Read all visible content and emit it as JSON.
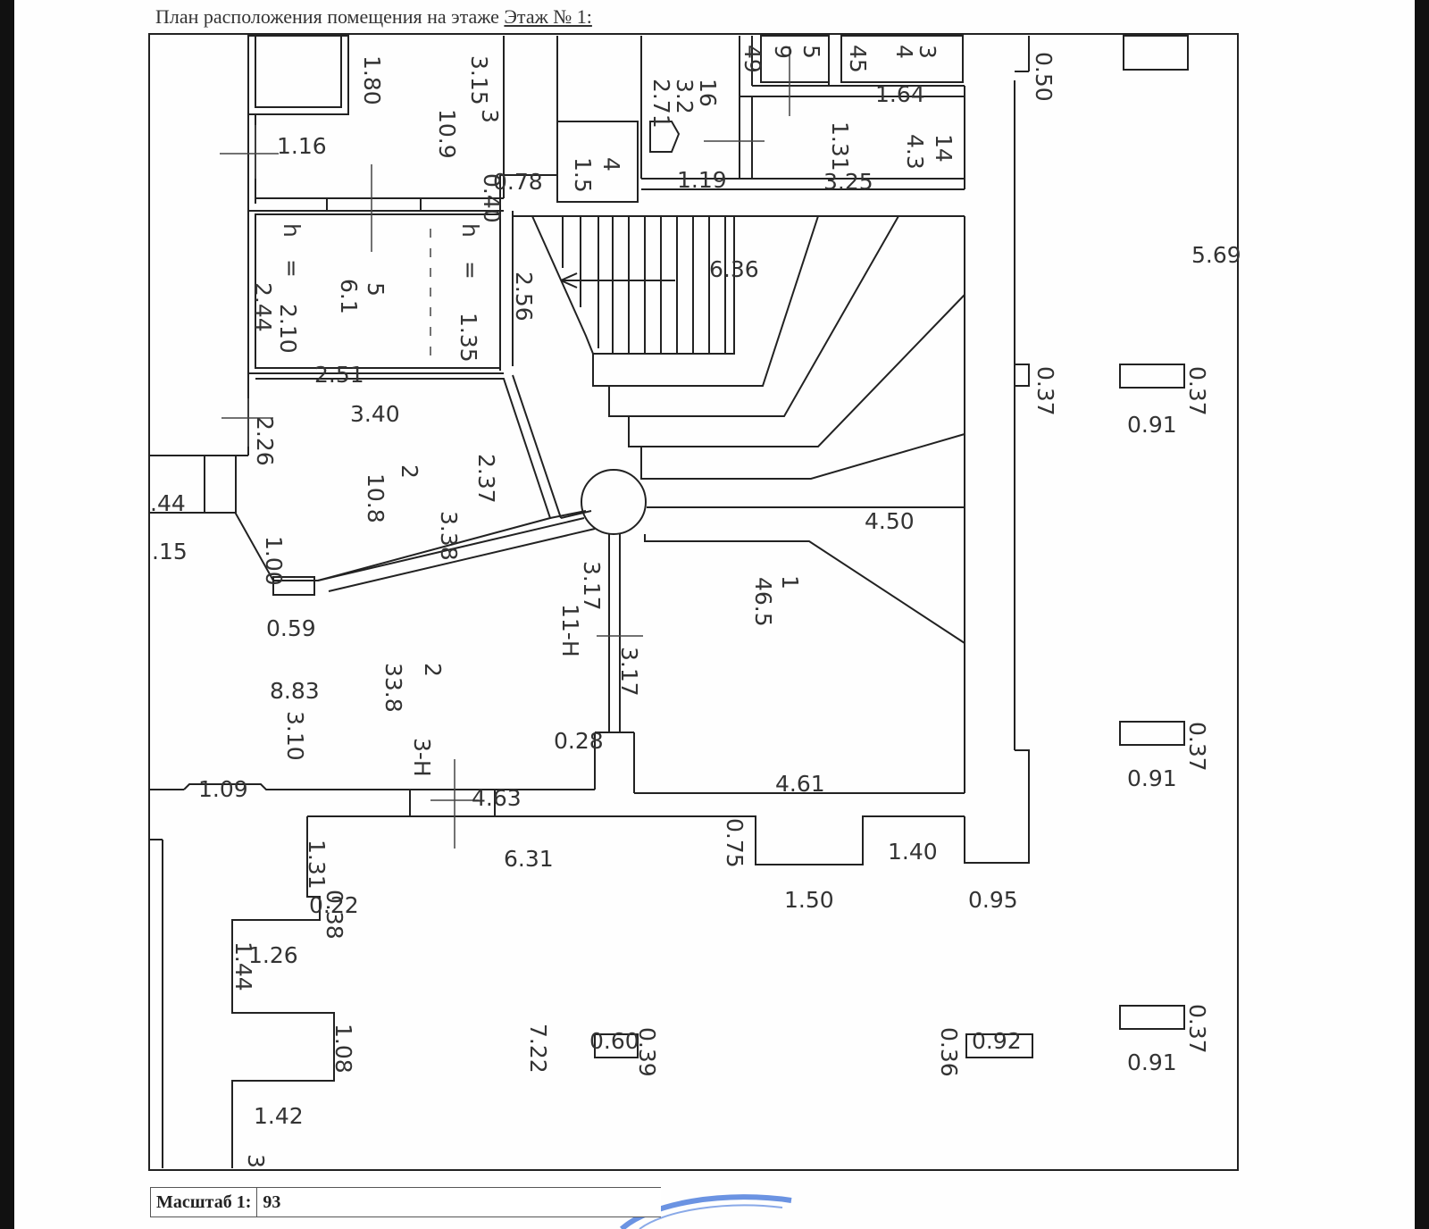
{
  "header": {
    "title": "План расположения помещения на этаже",
    "floor": "Этаж № 1:"
  },
  "footer": {
    "scale_label": "Масштаб 1:",
    "scale_value": "93"
  },
  "labels": [
    {
      "t": "1.80",
      "r": 1
    },
    {
      "t": "3.15",
      "r": 1
    },
    {
      "t": "3",
      "r": 1
    },
    {
      "t": "10.9",
      "r": 1
    },
    {
      "t": "1.16"
    },
    {
      "t": "0.40",
      "r": 1
    },
    {
      "t": "0.78"
    },
    {
      "t": "4",
      "r": 1
    },
    {
      "t": "1.5",
      "r": 1
    },
    {
      "t": "16",
      "r": 1
    },
    {
      "t": "3.2",
      "r": 1
    },
    {
      "t": "2.71",
      "r": 1
    },
    {
      "t": "1.19"
    },
    {
      "t": "49",
      "r": 1
    },
    {
      "t": "9",
      "r": 1
    },
    {
      "t": "5",
      "r": 1
    },
    {
      "t": "45",
      "r": 1
    },
    {
      "t": "3",
      "r": 1
    },
    {
      "t": "4",
      "r": 1
    },
    {
      "t": "1.64"
    },
    {
      "t": "1.31",
      "r": 1
    },
    {
      "t": "14",
      "r": 1
    },
    {
      "t": "4.3",
      "r": 1
    },
    {
      "t": "3.25"
    },
    {
      "t": "0.50",
      "r": 1
    },
    {
      "t": "h",
      "r": 1
    },
    {
      "t": "=",
      "r": 1
    },
    {
      "t": "2.44",
      "r": 1
    },
    {
      "t": "2.10",
      "r": 1
    },
    {
      "t": "5",
      "r": 1
    },
    {
      "t": "6.1",
      "r": 1
    },
    {
      "t": "h",
      "r": 1
    },
    {
      "t": "=",
      "r": 1
    },
    {
      "t": "1.35",
      "r": 1
    },
    {
      "t": "2.51"
    },
    {
      "t": "2.56",
      "r": 1
    },
    {
      "t": "6.36"
    },
    {
      "t": "5.69"
    },
    {
      "t": "3.40"
    },
    {
      "t": "2.26",
      "r": 1
    },
    {
      "t": "2",
      "r": 1
    },
    {
      "t": "10.8",
      "r": 1
    },
    {
      "t": "2.37",
      "r": 1
    },
    {
      "t": "3.38",
      "r": 1
    },
    {
      "t": "1.00",
      "r": 1
    },
    {
      "t": ".44"
    },
    {
      "t": ".15"
    },
    {
      "t": "0.59"
    },
    {
      "t": "0.37",
      "r": 1
    },
    {
      "t": "0.37",
      "r": 1
    },
    {
      "t": "0.91"
    },
    {
      "t": "4.50"
    },
    {
      "t": "3.17",
      "r": 1
    },
    {
      "t": "11-Н",
      "r": 1
    },
    {
      "t": "3.17",
      "r": 1
    },
    {
      "t": "1",
      "r": 1
    },
    {
      "t": "46.5",
      "r": 1
    },
    {
      "t": "8.83"
    },
    {
      "t": "2",
      "r": 1
    },
    {
      "t": "33.8",
      "r": 1
    },
    {
      "t": "3.10",
      "r": 1
    },
    {
      "t": "3-Н",
      "r": 1
    },
    {
      "t": "0.28"
    },
    {
      "t": "0.37",
      "r": 1
    },
    {
      "t": "0.91"
    },
    {
      "t": "1.09"
    },
    {
      "t": "4.63"
    },
    {
      "t": "4.61"
    },
    {
      "t": "6.31"
    },
    {
      "t": "0.75",
      "r": 1
    },
    {
      "t": "1.40"
    },
    {
      "t": "1.50"
    },
    {
      "t": "0.95"
    },
    {
      "t": "1.31",
      "r": 1
    },
    {
      "t": "0.22"
    },
    {
      "t": "0.38",
      "r": 1
    },
    {
      "t": "1.26"
    },
    {
      "t": "1.44",
      "r": 1
    },
    {
      "t": "1.08",
      "r": 1
    },
    {
      "t": "7.22",
      "r": 1
    },
    {
      "t": "0.60"
    },
    {
      "t": "0.39",
      "r": 1
    },
    {
      "t": "0.92"
    },
    {
      "t": "0.36",
      "r": 1
    },
    {
      "t": "0.37",
      "r": 1
    },
    {
      "t": "0.91"
    },
    {
      "t": "1.42"
    },
    {
      "t": "3",
      "r": 1
    }
  ]
}
